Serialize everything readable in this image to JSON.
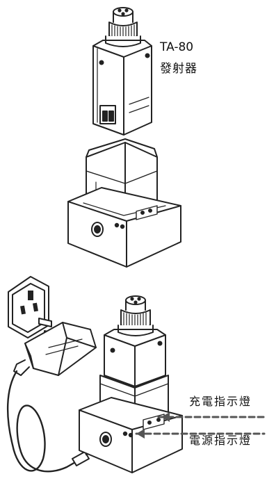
{
  "transmitter": {
    "model": "TA-80",
    "name": "發射器"
  },
  "indicators": {
    "charge": "充電指示燈",
    "power": "電源指示燈"
  },
  "colors": {
    "line": "#222222",
    "leader": "#555555",
    "background": "#ffffff"
  }
}
